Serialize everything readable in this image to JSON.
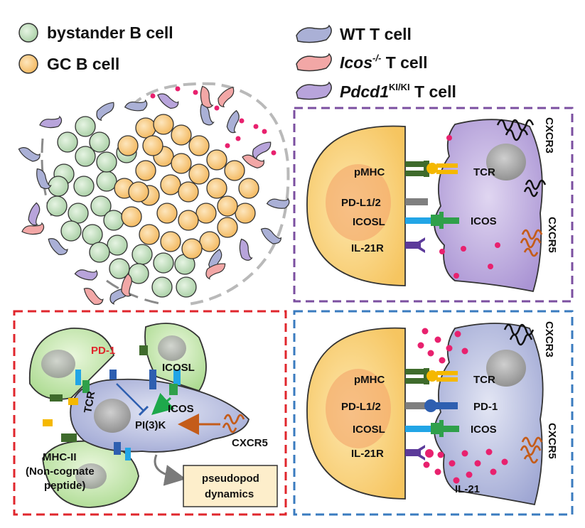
{
  "legend": {
    "bystander": "bystander B cell",
    "gc": "GC B cell",
    "wt": "WT T cell",
    "icos_ko_gene": "Icos",
    "icos_ko_sup": "-/-",
    "icos_ko_rest": " T cell",
    "pdcd1_gene": "Pdcd1",
    "pdcd1_sup": "KI/KI",
    "pdcd1_rest": " T cell"
  },
  "colors": {
    "bystander_fill": "#cfe8cc",
    "gc_fill": "#f9cf8e",
    "wt_fill": "#aab0d6",
    "icos_ko_fill": "#f2a7a6",
    "pdcd1_fill": "#b8a4db",
    "apc_fill": "#fbdb8a",
    "nucleus_apc": "#f4a56a",
    "red_box": "#e0262c",
    "blue_box": "#3a7bbf",
    "purple_box": "#7b4fa0",
    "dot": "#e8216e",
    "pd1_text": "#e0262c",
    "green_bcell": "#c9eab4",
    "arrow_orange": "#c45c1a",
    "arrow_green": "#1ea84b",
    "arrow_blue": "#2e5fb0"
  },
  "purple_panel": {
    "pmhc": "pMHC",
    "pdl12": "PD-L1/2",
    "icosl": "ICOSL",
    "il21r": "IL-21R",
    "tcr": "TCR",
    "icos": "ICOS",
    "cxcr3": "CXCR3",
    "cxcr5": "CXCR5"
  },
  "blue_panel": {
    "pmhc": "pMHC",
    "pdl12": "PD-L1/2",
    "icosl": "ICOSL",
    "il21r": "IL-21R",
    "tcr": "TCR",
    "pd1": "PD-1",
    "icos": "ICOS",
    "cxcr3": "CXCR3",
    "cxcr5": "CXCR5",
    "il21": "IL-21"
  },
  "red_panel": {
    "pd1": "PD-1",
    "icosl": "ICOSL",
    "tcr": "TCR",
    "icos": "ICOS",
    "pi3k": "PI(3)K",
    "cxcr5": "CXCR5",
    "mhc2": "MHC-II",
    "noncognate_1": "(Non-cognate",
    "noncognate_2": "peptide)",
    "pseudo_1": "pseudopod",
    "pseudo_2": "dynamics"
  }
}
